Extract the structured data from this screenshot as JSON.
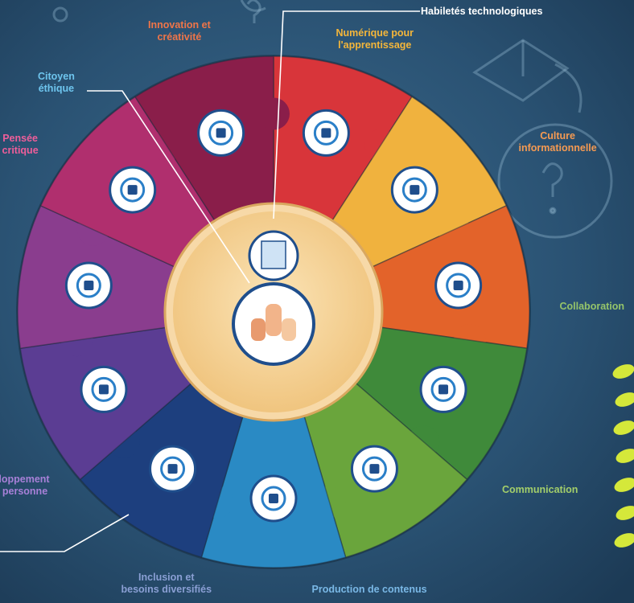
{
  "colors": {
    "background": "#2d5a7a",
    "center_ring": "#f7d9a8",
    "center_core": "#f3cc8a",
    "icon_circle_border": "#1f4e8c",
    "leaves": "#d5e83a"
  },
  "center": {
    "icon": "hands-together-icon",
    "label_icon": "digital-document-touch-icon"
  },
  "segments": [
    {
      "id": "innovation",
      "lines": [
        "Innovation et",
        "créativité"
      ],
      "color": "#d8353a",
      "label_color": "#f07548",
      "icon": "lightbulb-icon"
    },
    {
      "id": "numerique",
      "lines": [
        "Numérique pour",
        "l'apprentissage"
      ],
      "color": "#f0b23e",
      "label_color": "#f4b63a",
      "icon": "computer-screen-icon"
    },
    {
      "id": "culture",
      "lines": [
        "Culture",
        "informationnelle"
      ],
      "color": "#e3632a",
      "label_color": "#f59a52",
      "icon": "document-search-icon"
    },
    {
      "id": "collaboration",
      "lines": [
        "Collaboration"
      ],
      "color": "#3f8a3a",
      "label_color": "#95c46a",
      "icon": "people-network-icon"
    },
    {
      "id": "communication",
      "lines": [
        "Communication"
      ],
      "color": "#6aa53c",
      "label_color": "#a4cf6a",
      "icon": "chat-bubbles-icon"
    },
    {
      "id": "production",
      "lines": [
        "Production de contenus"
      ],
      "color": "#2a8ac4",
      "label_color": "#7ab8e6",
      "icon": "video-player-icon"
    },
    {
      "id": "inclusion",
      "lines": [
        "Inclusion et",
        "besoins diversifiés"
      ],
      "color": "#1d3f7e",
      "label_color": "#8a9fd4",
      "icon": "cycle-arrows-icon"
    },
    {
      "id": "developpement",
      "lines": [
        "Développement",
        "de la personne"
      ],
      "color": "#5b3d93",
      "label_color": "#a880d8",
      "icon": "cloud-network-icon"
    },
    {
      "id": "resolution",
      "lines": [],
      "color": "#8a3d8e",
      "label_color": "#c78ad8",
      "icon": "target-icon"
    },
    {
      "id": "pensee",
      "lines": [
        "Pensée",
        "critique"
      ],
      "color": "#b02f6e",
      "label_color": "#ef5e9a",
      "icon": "brain-question-icon"
    },
    {
      "id": "citoyen",
      "lines": [
        "Citoyen",
        "éthique"
      ],
      "color": "#8a1e4a",
      "label_color": "#6ec5ee",
      "icon": "handshake-icon"
    }
  ],
  "callouts": {
    "top": "Habiletés technologiques"
  }
}
